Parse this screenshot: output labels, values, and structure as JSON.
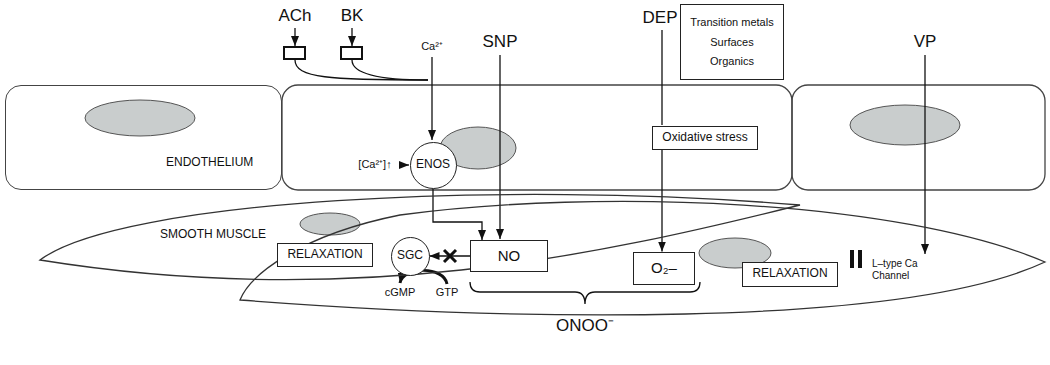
{
  "diagram": {
    "nodes": [
      {
        "text": [
          "Transition metals",
          "Surfaces",
          "Organics"
        ]
      },
      {
        "text": [
          "ENDOTHELIUM"
        ]
      },
      {
        "text": [
          "ENOS"
        ]
      },
      {
        "text": [
          "Oxidative stress"
        ]
      },
      {
        "text": [
          "SMOOTH MUSCLE"
        ]
      },
      {
        "text": [
          "RELAXATION"
        ],
        "in": 4
      },
      {
        "text": [
          "SGC"
        ],
        "in": 4
      },
      {
        "text": [
          "NO"
        ],
        "in": 4
      },
      {
        "text": [
          "O₂–"
        ],
        "in": 4
      },
      {
        "text": [
          "RELAXATION"
        ],
        "in": 4
      }
    ],
    "edges": [
      {
        "from": 2,
        "to": 7,
        "arrow": "to"
      },
      {
        "from": 3,
        "to": 8,
        "arrow": "to"
      },
      {
        "from": 7,
        "to": 6,
        "arrow": "to"
      }
    ],
    "labels": [
      "ACh",
      "BK",
      "Ca²⁺",
      "[Ca²⁺]↑",
      "SNP",
      "DEP",
      "VP",
      "L–type Ca Channel",
      "cGMP",
      "GTP",
      "ONOO⁻"
    ]
  }
}
